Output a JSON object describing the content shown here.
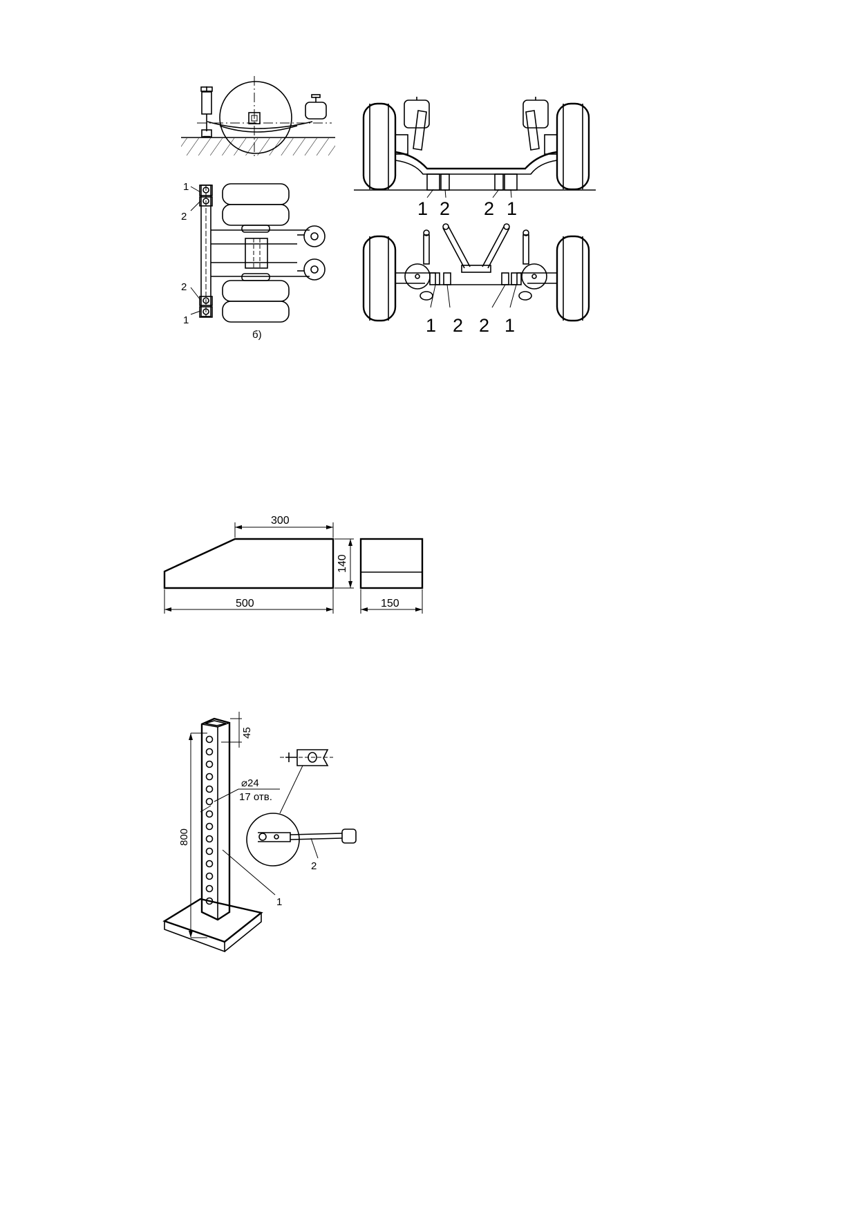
{
  "figure1": {
    "caption_b": "б)",
    "side_labels": [
      "1",
      "2",
      "2",
      "1"
    ],
    "front_labels": [
      "1",
      "2",
      "2",
      "1"
    ],
    "bottom_labels": [
      "1",
      "2",
      "2",
      "1"
    ]
  },
  "figure2": {
    "dim_top": "300",
    "dim_height": "140",
    "dim_bottom": "500",
    "dim_width": "150"
  },
  "figure3": {
    "dim_top": "45",
    "dim_height": "800",
    "hole_diameter": "⌀24",
    "hole_count": "17 отв.",
    "label_post": "1",
    "label_pin": "2"
  }
}
